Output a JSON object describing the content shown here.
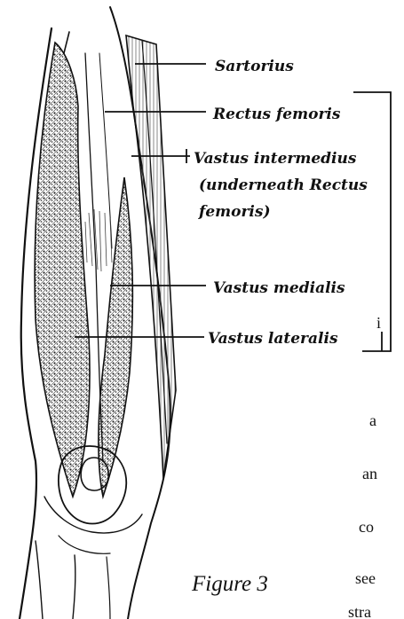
{
  "labels": {
    "sartorius": "Sartorius",
    "rectus_femoris": "Rectus femoris",
    "vastus_intermedius_line1": "Vastus intermedius",
    "vastus_intermedius_line2": "(underneath Rectus",
    "vastus_intermedius_line3": "femoris)",
    "vastus_medialis": "Vastus medialis",
    "vastus_lateralis": "Vastus lateralis"
  },
  "caption": "Figure 3",
  "cut_off_text": [
    "i",
    "a",
    "an",
    "co",
    "see",
    "stra"
  ]
}
